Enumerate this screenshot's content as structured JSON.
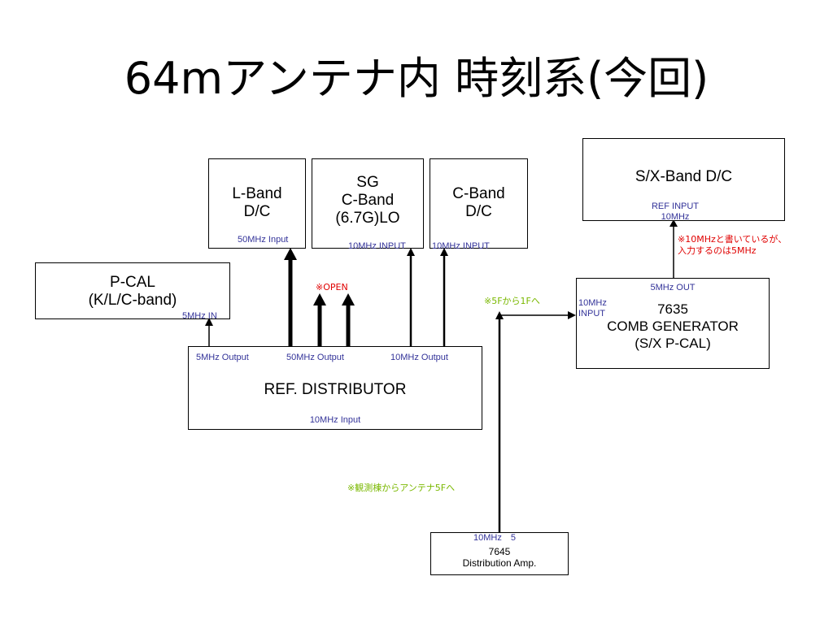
{
  "title": "64mアンテナ内 時刻系(今回)",
  "blocks": {
    "lband": "L-Band\nD/C",
    "sg": "SG\nC-Band\n(6.7G)LO",
    "cband": "C-Band\nD/C",
    "sxband": "S/X-Band D/C",
    "pcal": "P-CAL\n(K/L/C-band)",
    "refdist": "REF. DISTRIBUTOR",
    "comb": "7635\nCOMB GENERATOR\n(S/X P-CAL)",
    "distamp": "7645\nDistribution Amp."
  },
  "ports": {
    "lband_in": "50MHz Input",
    "sg_in": "10MHz INPUT",
    "cband_in": "10MHz INPUT",
    "sx_ref_in": "REF INPUT\n10MHz",
    "pcal_in": "5MHz IN",
    "ref_5mhz_out": "5MHz Output",
    "ref_50mhz_out": "50MHz Output",
    "ref_10mhz_out": "10MHz Output",
    "ref_10mhz_in": "10MHz Input",
    "comb_5mhz_out": "5MHz OUT",
    "comb_10mhz_in": "10MHz\nINPUT",
    "amp_out": "10MHz　5"
  },
  "notes": {
    "open": "※OPEN",
    "fivef_to_1f": "※5Fから1Fへ",
    "obs_to_antenna": "※観測棟からアンテナ5Fへ",
    "ten_is_five": "※10MHzと書いているが、\n入力するのは5MHz"
  },
  "colors": {
    "port_text": "#333399",
    "note_red": "#e00000",
    "note_green": "#7ab800",
    "line": "#000000"
  }
}
